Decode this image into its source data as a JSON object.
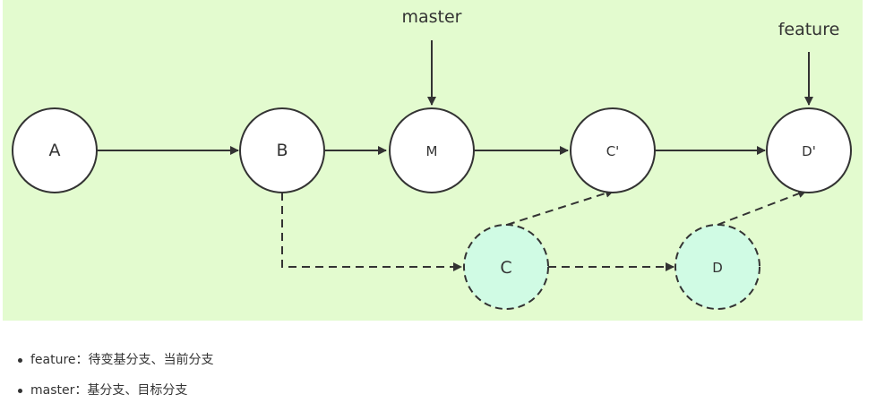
{
  "diagram": {
    "background": "#e3fbcf",
    "commit_fill": "#ffffff",
    "rebased_fill": "#d0fbe4",
    "stroke": "#333333",
    "commits": [
      {
        "id": "A",
        "label": "A",
        "style": "solid"
      },
      {
        "id": "B",
        "label": "B",
        "style": "solid"
      },
      {
        "id": "M",
        "label": "M",
        "style": "solid"
      },
      {
        "id": "C2",
        "label": "C'",
        "style": "solid"
      },
      {
        "id": "D2",
        "label": "D'",
        "style": "solid"
      },
      {
        "id": "C",
        "label": "C",
        "style": "dashed"
      },
      {
        "id": "D",
        "label": "D",
        "style": "dashed"
      }
    ],
    "pointers": [
      {
        "label": "master",
        "target": "M"
      },
      {
        "label": "feature",
        "target": "D2"
      }
    ]
  },
  "notes": [
    {
      "term": "feature",
      "sep": "：",
      "text": "待变基分支、当前分支"
    },
    {
      "term": "master",
      "sep": "：",
      "text": "基分支、目标分支"
    }
  ]
}
